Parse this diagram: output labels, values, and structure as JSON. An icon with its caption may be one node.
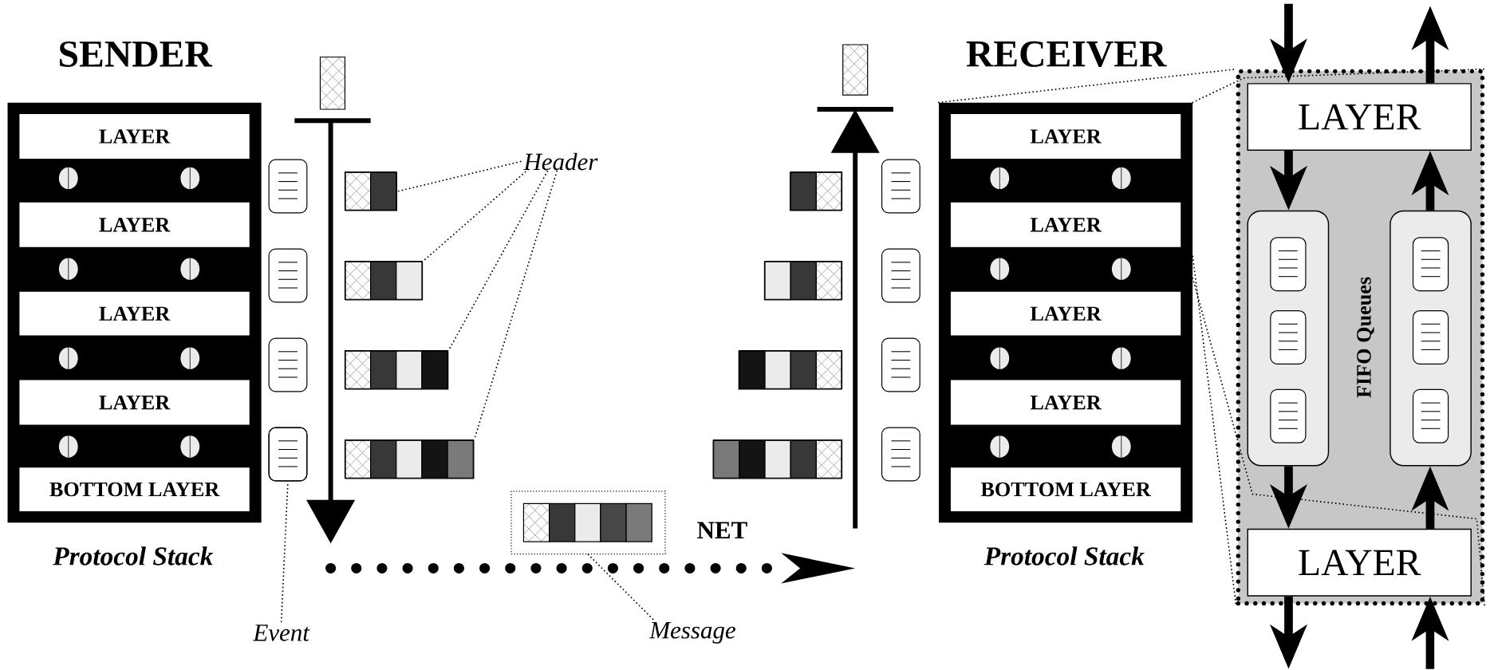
{
  "diagram": {
    "nodes": [
      {
        "text": [
          "SENDER"
        ],
        "beside": [
          "Protocol Stack"
        ]
      },
      {
        "text": [
          "LAYER"
        ],
        "in": 0
      },
      {
        "text": [
          "LAYER"
        ],
        "in": 0
      },
      {
        "text": [
          "LAYER"
        ],
        "in": 0
      },
      {
        "text": [
          "LAYER"
        ],
        "in": 0
      },
      {
        "text": [
          "BOTTOM LAYER"
        ],
        "in": 0
      },
      {
        "text": [
          "RECEIVER"
        ],
        "beside": [
          "Protocol Stack"
        ]
      },
      {
        "text": [
          "LAYER"
        ],
        "in": 6
      },
      {
        "text": [
          "LAYER"
        ],
        "in": 6
      },
      {
        "text": [
          "LAYER"
        ],
        "in": 6
      },
      {
        "text": [
          "LAYER"
        ],
        "in": 6
      },
      {
        "text": [
          "BOTTOM LAYER"
        ],
        "in": 6
      },
      {
        "text": [
          "FIFO Queues"
        ]
      },
      {
        "text": [
          "LAYER"
        ],
        "in": 12
      },
      {
        "text": [],
        "shape": "box",
        "in": 12
      },
      {
        "text": [],
        "shape": "box",
        "in": 12
      },
      {
        "text": [
          "LAYER"
        ],
        "in": 12
      },
      {
        "text": [
          "Header"
        ]
      },
      {
        "text": [],
        "shape": "box"
      },
      {
        "text": [],
        "shape": "box"
      },
      {
        "text": [],
        "shape": "box"
      },
      {
        "text": [],
        "shape": "box"
      },
      {
        "text": [
          "Event"
        ]
      },
      {
        "text": [],
        "shape": "box"
      },
      {
        "text": [
          "Message"
        ]
      },
      {
        "text": [],
        "shape": "box"
      },
      {
        "text": [],
        "shape": "box"
      },
      {
        "text": [],
        "shape": "box"
      },
      {
        "text": [],
        "shape": "box"
      },
      {
        "text": [],
        "shape": "box"
      }
    ],
    "edges": [
      {
        "from": 17,
        "to": 18,
        "arrow": "none",
        "style": "dashed"
      },
      {
        "from": 17,
        "to": 19,
        "arrow": "none",
        "style": "dashed"
      },
      {
        "from": 17,
        "to": 20,
        "arrow": "none",
        "style": "dashed"
      },
      {
        "from": 17,
        "to": 21,
        "arrow": "none",
        "style": "dashed"
      },
      {
        "from": 22,
        "to": 23,
        "arrow": "none",
        "style": "dashed"
      },
      {
        "from": 24,
        "to": 25,
        "arrow": "none",
        "style": "dashed"
      },
      {
        "from": 6,
        "to": 12,
        "arrow": "none",
        "style": "dashed"
      },
      {
        "from": 6,
        "to": 12,
        "arrow": "none",
        "style": "dashed"
      },
      {
        "from": 6,
        "to": 12,
        "arrow": "none",
        "style": "dashed"
      },
      {
        "from": 6,
        "to": 12,
        "arrow": "none",
        "style": "dashed"
      },
      {
        "from": null,
        "to": 13,
        "arrow": "to",
        "style": "thick"
      },
      {
        "from": 13,
        "to": null,
        "arrow": "to",
        "style": "thick"
      },
      {
        "from": 13,
        "to": 14,
        "arrow": "to",
        "style": "thick"
      },
      {
        "from": 14,
        "to": 16,
        "arrow": "to",
        "style": "thick"
      },
      {
        "from": 16,
        "to": 15,
        "arrow": "to",
        "style": "thick"
      },
      {
        "from": 15,
        "to": 13,
        "arrow": "to",
        "style": "thick"
      },
      {
        "from": 16,
        "to": null,
        "arrow": "to",
        "style": "thick"
      },
      {
        "from": null,
        "to": 16,
        "arrow": "to",
        "style": "thick"
      }
    ],
    "labels": [
      "NET"
    ]
  }
}
